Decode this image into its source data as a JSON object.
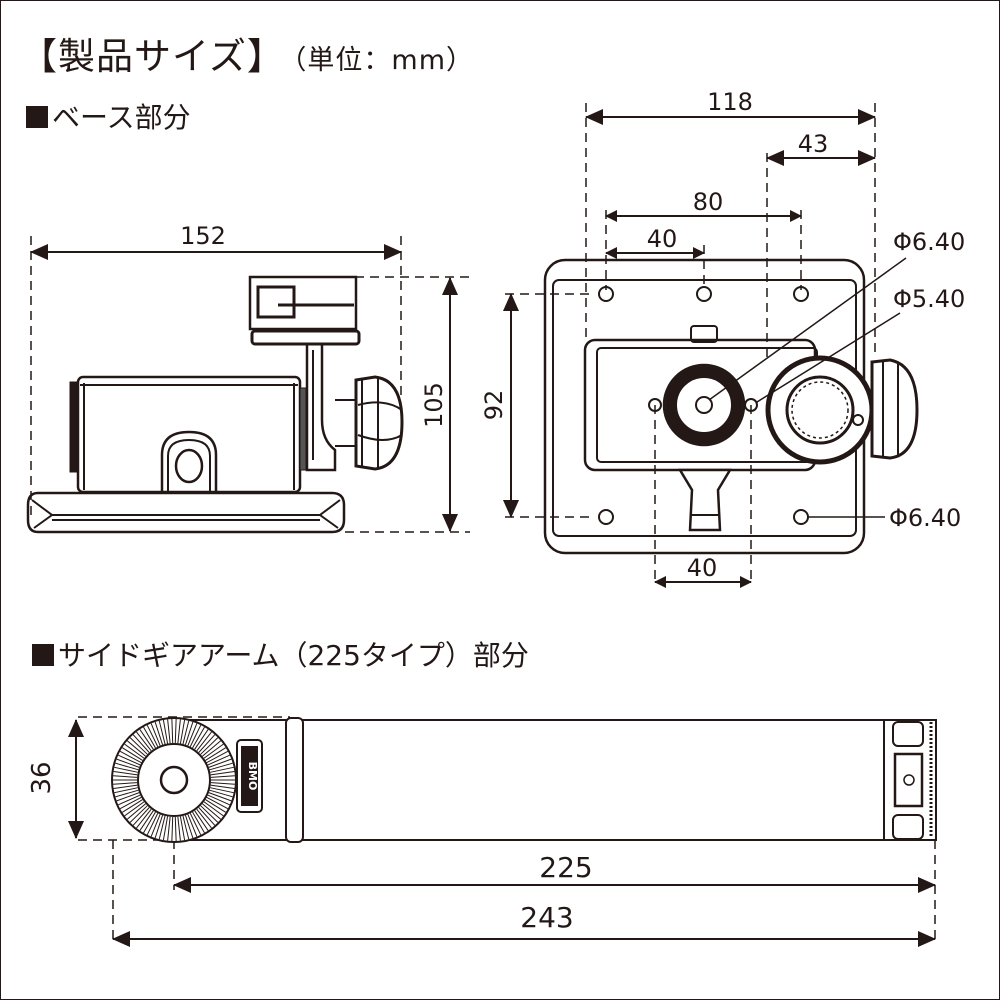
{
  "title": {
    "main": "【製品サイズ】",
    "unit": "（単位：mm）"
  },
  "sections": [
    {
      "label": "ベース部分",
      "marker": "square-bullet"
    },
    {
      "label": "サイドギアアーム（225タイプ）部分",
      "marker": "square-bullet"
    }
  ],
  "base_side_view": {
    "width_label": "152",
    "height_label": "105"
  },
  "base_top_view": {
    "overall_width_label": "118",
    "offset_label": "43",
    "hole_span_label": "80",
    "hole_pitch_top_label": "40",
    "hole_pitch_bottom_label": "40",
    "height_label": "92",
    "callouts": [
      "Φ6.40",
      "Φ5.40",
      "Φ6.40"
    ]
  },
  "arm_view": {
    "height_label": "36",
    "pitch_label": "225",
    "overall_label": "243",
    "logo_text": "BMO"
  },
  "colors": {
    "ink": "#231815",
    "background": "#ffffff"
  }
}
